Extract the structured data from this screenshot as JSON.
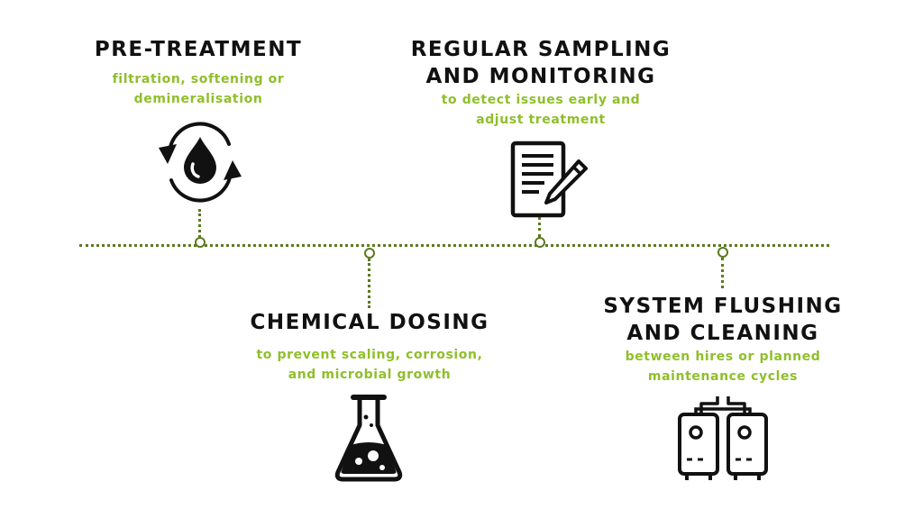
{
  "colors": {
    "accent": "#8fbf2a",
    "timeline": "#5b7a1e",
    "text": "#111111",
    "background": "#ffffff"
  },
  "steps": [
    {
      "title_lines": [
        "PRE-TREATMENT"
      ],
      "subtitle_lines": [
        "filtration, softening or",
        "demineralisation"
      ],
      "icon": "water-drop-recycle-icon"
    },
    {
      "title_lines": [
        "CHEMICAL DOSING"
      ],
      "subtitle_lines": [
        "to prevent scaling, corrosion,",
        "and microbial growth"
      ],
      "icon": "flask-icon"
    },
    {
      "title_lines": [
        "REGULAR SAMPLING",
        "AND MONITORING"
      ],
      "subtitle_lines": [
        "to detect issues early and",
        "adjust treatment"
      ],
      "icon": "document-pen-icon"
    },
    {
      "title_lines": [
        "SYSTEM FLUSHING",
        "AND CLEANING"
      ],
      "subtitle_lines": [
        "between hires or planned",
        "maintenance cycles"
      ],
      "icon": "boiler-units-icon"
    }
  ]
}
